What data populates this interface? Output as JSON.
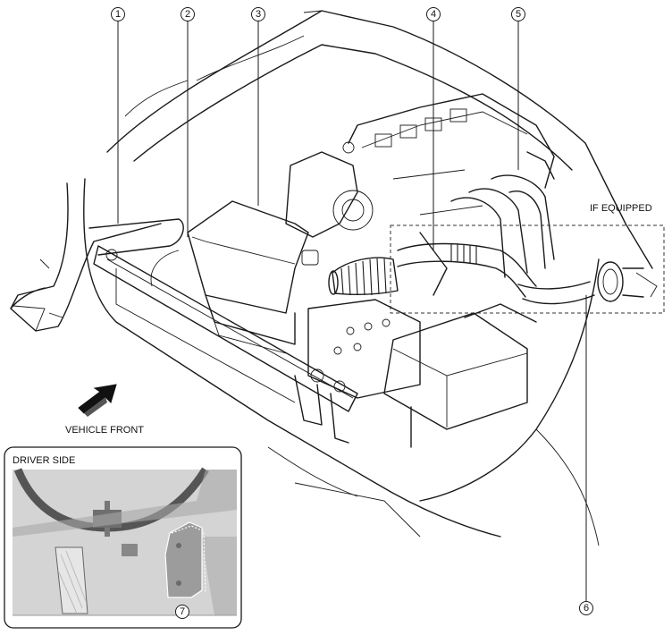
{
  "callouts": [
    {
      "num": "1"
    },
    {
      "num": "2"
    },
    {
      "num": "3"
    },
    {
      "num": "4"
    },
    {
      "num": "5"
    },
    {
      "num": "6"
    },
    {
      "num": "7"
    }
  ],
  "labels": {
    "if_equipped": "IF EQUIPPED",
    "vehicle_front": "VEHICLE FRONT",
    "driver_side": "DRIVER SIDE"
  }
}
